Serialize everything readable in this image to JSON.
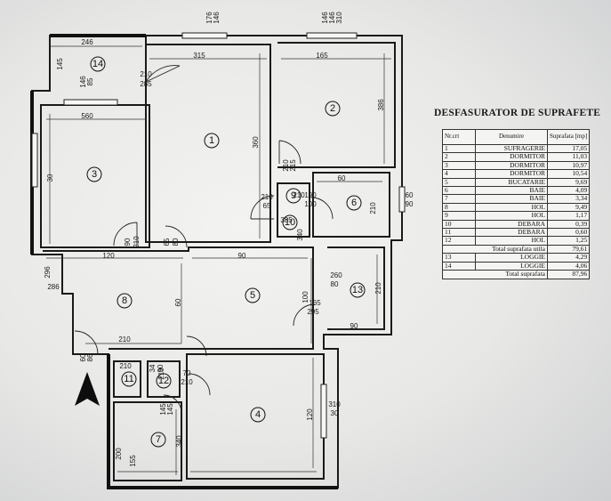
{
  "table": {
    "title": "DESFASURATOR DE SUPRAFETE",
    "headers": {
      "nr": "Nr.crt",
      "name": "Denumire",
      "area": "Suprafata [mp]"
    },
    "rows": [
      {
        "nr": "1",
        "name": "SUFRAGERIE",
        "area": "17,05"
      },
      {
        "nr": "2",
        "name": "DORMITOR",
        "area": "11,03"
      },
      {
        "nr": "3",
        "name": "DORMITOR",
        "area": "10,97"
      },
      {
        "nr": "4",
        "name": "DORMITOR",
        "area": "10,54"
      },
      {
        "nr": "5",
        "name": "BUCATARIE",
        "area": "9,69"
      },
      {
        "nr": "6",
        "name": "BAIE",
        "area": "4,09"
      },
      {
        "nr": "7",
        "name": "BAIE",
        "area": "3,34"
      },
      {
        "nr": "8",
        "name": "HOL",
        "area": "9,49"
      },
      {
        "nr": "9",
        "name": "HOL",
        "area": "1,17"
      },
      {
        "nr": "10",
        "name": "DEBARA",
        "area": "0,39"
      },
      {
        "nr": "11",
        "name": "DEBARA",
        "area": "0,60"
      },
      {
        "nr": "12",
        "name": "HOL",
        "area": "1,25"
      }
    ],
    "usable_total": {
      "label": "Total suprafata utila",
      "area": "79,61"
    },
    "loggia_rows": [
      {
        "nr": "13",
        "name": "LOGGIE",
        "area": "4,29"
      },
      {
        "nr": "14",
        "name": "LOGGIE",
        "area": "4,06"
      }
    ],
    "grand_total": {
      "label": "Total suprafata",
      "area": "87,96"
    }
  },
  "plan": {
    "rooms": [
      "1",
      "2",
      "3",
      "4",
      "5",
      "6",
      "7",
      "8",
      "9",
      "10",
      "11",
      "12",
      "13",
      "14"
    ],
    "dimensions": [
      "246",
      "176",
      "146",
      "146",
      "146",
      "310",
      "315",
      "165",
      "145",
      "146",
      "85",
      "210",
      "285",
      "560",
      "360",
      "386",
      "30",
      "210",
      "215",
      "60",
      "60",
      "90",
      "210",
      "65",
      "210",
      "190",
      "100",
      "210",
      "90",
      "210",
      "65",
      "80",
      "385",
      "340",
      "120",
      "90",
      "296",
      "286",
      "60",
      "100",
      "260",
      "80",
      "210",
      "165",
      "295",
      "90",
      "210",
      "60",
      "86",
      "210",
      "34",
      "90",
      "210",
      "70",
      "210",
      "145",
      "145",
      "310",
      "30",
      "120",
      "200",
      "155",
      "340"
    ]
  },
  "colors": {
    "ink": "#1a1a1a",
    "paper": "#f1f1ef"
  }
}
